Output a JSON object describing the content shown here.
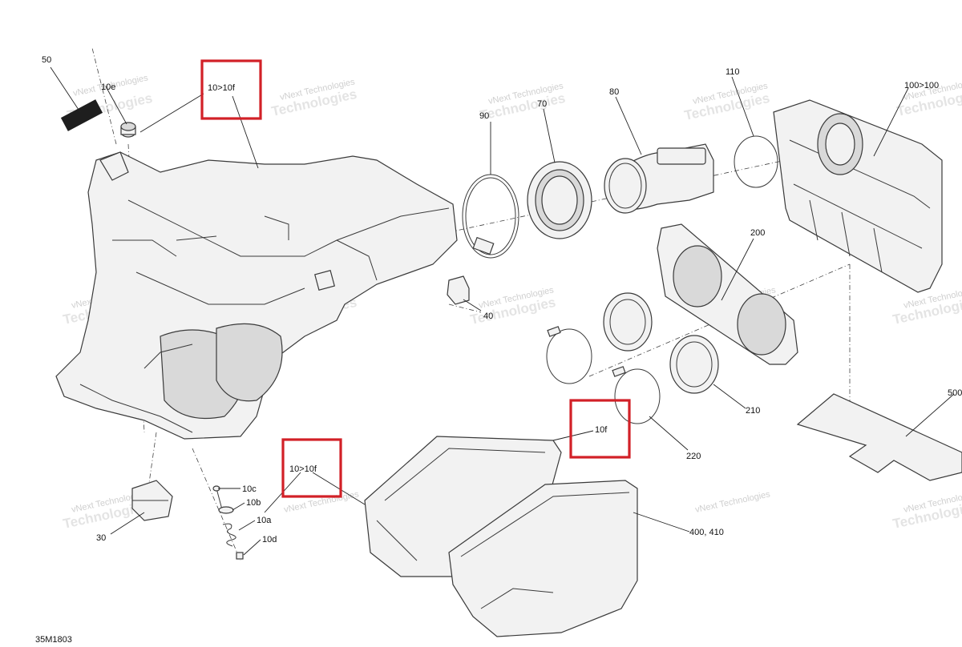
{
  "diagram": {
    "drawing_number": "35M1803",
    "watermark": {
      "line1": "vNext Technologies",
      "line2": "Technologies"
    },
    "callouts": [
      {
        "id": "50",
        "label": "50"
      },
      {
        "id": "10e",
        "label": "10e"
      },
      {
        "id": "90",
        "label": "90"
      },
      {
        "id": "70",
        "label": "70"
      },
      {
        "id": "80",
        "label": "80"
      },
      {
        "id": "110",
        "label": "110"
      },
      {
        "id": "100",
        "label": "100>100"
      },
      {
        "id": "200",
        "label": "200"
      },
      {
        "id": "40",
        "label": "40"
      },
      {
        "id": "210",
        "label": "210"
      },
      {
        "id": "220",
        "label": "220"
      },
      {
        "id": "500",
        "label": "500"
      },
      {
        "id": "10c",
        "label": "10c"
      },
      {
        "id": "10b",
        "label": "10b"
      },
      {
        "id": "10a",
        "label": "10a"
      },
      {
        "id": "10d",
        "label": "10d"
      },
      {
        "id": "30",
        "label": "30"
      },
      {
        "id": "400",
        "label": "400, 410"
      }
    ],
    "highlights": [
      {
        "id": "hl1",
        "label": "10>10f"
      },
      {
        "id": "hl2",
        "label": "10>10f"
      },
      {
        "id": "hl3",
        "label": "10f"
      }
    ]
  }
}
